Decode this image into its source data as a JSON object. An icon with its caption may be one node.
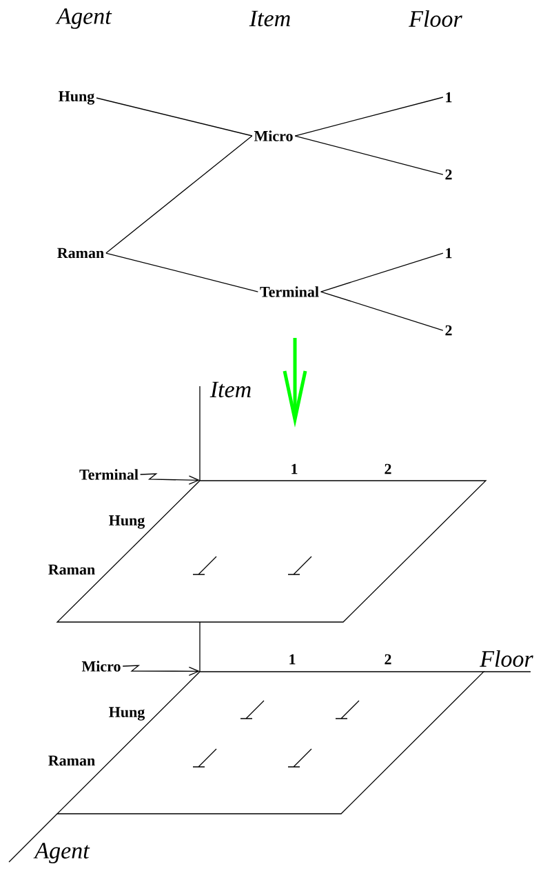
{
  "diagram": {
    "nodes": [
      {
        "text": [
          "Hung"
        ]
      },
      {
        "text": [
          "Raman"
        ]
      },
      {
        "text": [
          "Micro"
        ]
      },
      {
        "text": [
          "Terminal"
        ]
      },
      {
        "text": [
          "1"
        ]
      },
      {
        "text": [
          "2"
        ]
      },
      {
        "text": [
          "1"
        ]
      },
      {
        "text": [
          "2"
        ]
      },
      {
        "text": [
          "Terminal"
        ]
      },
      {
        "text": [],
        "shape": "parallelogram"
      },
      {
        "text": [
          "Micro"
        ]
      },
      {
        "text": [],
        "shape": "parallelogram"
      }
    ],
    "edges": [
      {
        "from": 0,
        "to": 2,
        "arrow": "none"
      },
      {
        "from": 1,
        "to": 2,
        "arrow": "none"
      },
      {
        "from": 1,
        "to": 3,
        "arrow": "none"
      },
      {
        "from": 2,
        "to": 4,
        "arrow": "none"
      },
      {
        "from": 2,
        "to": 5,
        "arrow": "none"
      },
      {
        "from": 3,
        "to": 6,
        "arrow": "none"
      },
      {
        "from": 3,
        "to": 7,
        "arrow": "none"
      },
      {
        "from": 8,
        "to": 9,
        "arrow": "to"
      },
      {
        "from": 10,
        "to": 11,
        "arrow": "to"
      }
    ],
    "labels": [
      "Agent",
      "Item",
      "Floor",
      "Item",
      "1",
      "2",
      "Hung",
      "Raman",
      "1",
      "2",
      "Floor",
      "Hung",
      "Raman",
      "Agent"
    ]
  }
}
